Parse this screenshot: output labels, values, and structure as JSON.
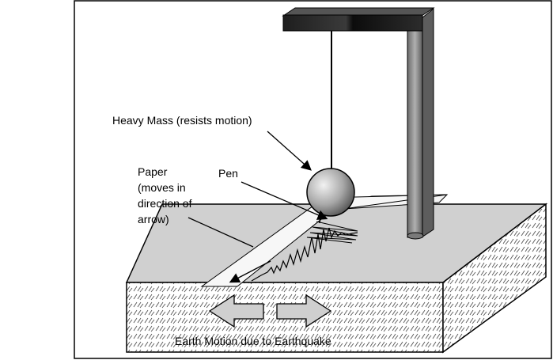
{
  "labels": {
    "heavy_mass": "Heavy Mass  (resists motion)",
    "pen": "Pen",
    "paper_lines": [
      "Paper",
      "(moves in",
      "direction of",
      "arrow)"
    ],
    "earth_motion": "Earth Motion due to Earthquake"
  },
  "colors": {
    "frame_dark": "#2b2b2b",
    "pillar_mid": "#8c8c8c",
    "ground_top": "#d0d0d0",
    "ground_side": "#ffffff",
    "paper": "#f4f4f4",
    "arrow_fill": "#cfcfcf",
    "mass_light": "#e6e6e6",
    "mass_dark": "#5a5a5a"
  },
  "icons": {
    "left_arrow": "left-arrow-icon",
    "right_arrow": "right-arrow-icon"
  }
}
